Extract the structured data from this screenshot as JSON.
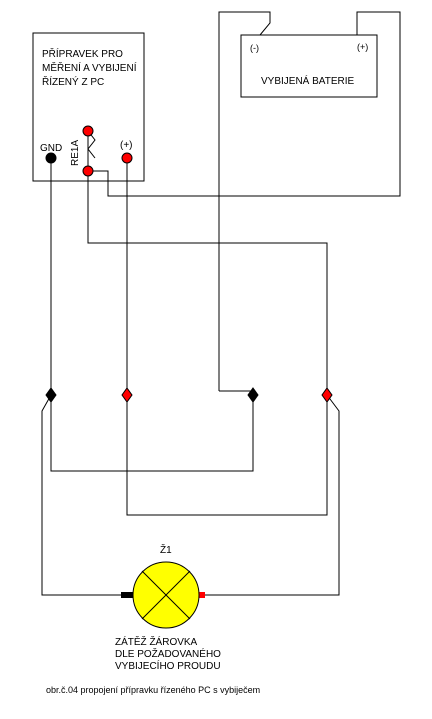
{
  "device": {
    "title_lines": [
      "PŘÍPRAVEK PRO",
      "MĚŘENÍ A VYBIJENÍ",
      "ŘÍZENÝ Z PC"
    ],
    "gnd_label": "GND",
    "relay_label": "RE1A",
    "plus_label": "(+)"
  },
  "battery": {
    "minus_label": "(-)",
    "plus_label": "(+)",
    "name": "VYBIJENÁ BATERIE"
  },
  "lamp": {
    "ref": "Ž1",
    "desc_lines": [
      "ZÁTĚŽ ŽÁROVKA",
      "DLE POŽADOVANÉHO",
      "VYBIJECÍHO PROUDU"
    ]
  },
  "caption": "obr.č.04 propojení přípravku řízeného PC s vybiječem",
  "colors": {
    "wire": "#000000",
    "terminal_black": "#000000",
    "terminal_red": "#ff0000",
    "lamp_fill": "#ffff00",
    "background": "#ffffff"
  }
}
